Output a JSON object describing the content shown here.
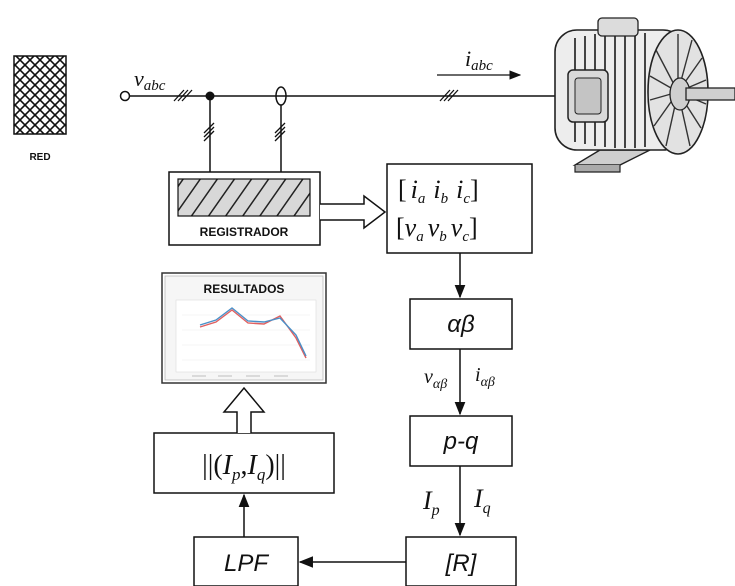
{
  "grid": {
    "label": "RED"
  },
  "signals": {
    "v_abc": {
      "base": "v",
      "sub": "abc"
    },
    "i_abc": {
      "base": "i",
      "sub": "abc"
    },
    "v_ab": {
      "base": "v",
      "sub": "αβ"
    },
    "i_ab": {
      "base": "i",
      "sub": "αβ"
    },
    "I_p": {
      "base": "I",
      "sub": "p"
    },
    "I_q": {
      "base": "I",
      "sub": "q"
    }
  },
  "blocks": {
    "registrador": "REGISTRADOR",
    "phase_currents": {
      "open": "[",
      "items": [
        "i",
        "i",
        "i"
      ],
      "subs": [
        "a",
        "b",
        "c"
      ],
      "close": "]"
    },
    "phase_voltages": {
      "open": "[",
      "items": [
        "v",
        "v",
        "v"
      ],
      "subs": [
        "a",
        "b",
        "c"
      ],
      "close": "]"
    },
    "alphabeta": "αβ",
    "pq": "p-q",
    "R": "[R]",
    "LPF": "LPF",
    "norm": {
      "prefix": "||(",
      "I1": "I",
      "s1": "p",
      "comma": ",",
      "I2": "I",
      "s2": "q",
      "suffix": ")||"
    },
    "resultados": "RESULTADOS"
  },
  "colors": {
    "line": "#111111",
    "hatch": "#333333",
    "hatch_fill": "#d8d8d8",
    "series_a": "#e06060",
    "series_b": "#4a90c8"
  }
}
